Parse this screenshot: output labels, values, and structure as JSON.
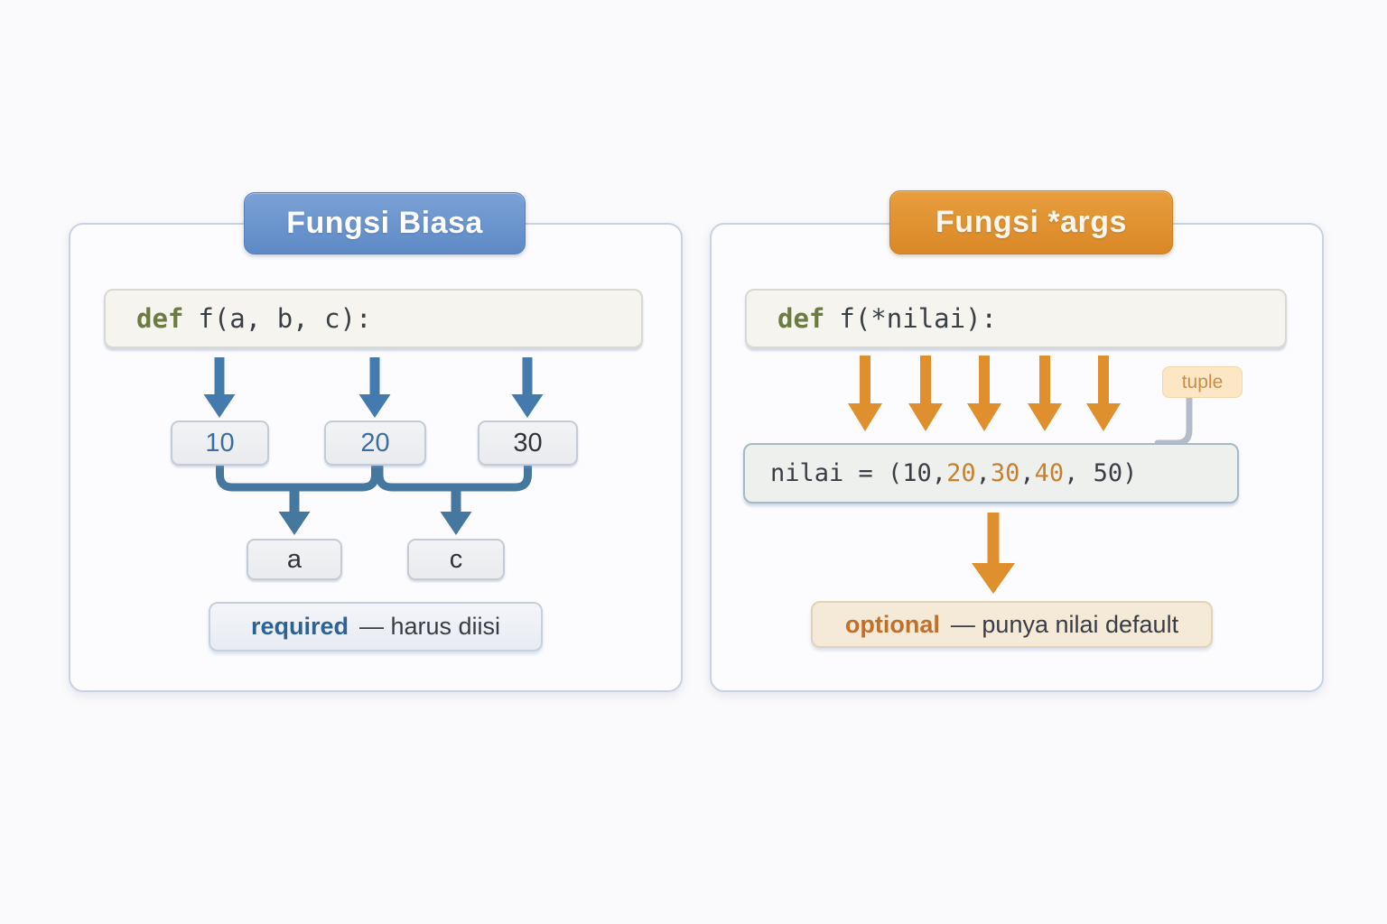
{
  "palette": {
    "blue_accent": "#5d89c5",
    "orange_accent": "#e08f2e",
    "code_keyword": "#6c7b42",
    "number_blue": "#3d6da3",
    "number_orange": "#c8802f",
    "connector_blue": "#46779f",
    "connector_gray": "#b4bccb"
  },
  "left_panel": {
    "title": "Fungsi Biasa",
    "code": {
      "keyword": "def",
      "rest": "f(a, b, c):"
    },
    "value_boxes": [
      {
        "text": "10",
        "tone": "blue"
      },
      {
        "text": "20",
        "tone": "blue"
      },
      {
        "text": "30",
        "tone": "dark"
      }
    ],
    "param_boxes": [
      {
        "text": "a"
      },
      {
        "text": "c"
      }
    ],
    "note": {
      "keyword": "required",
      "rest": "— harus diisi"
    }
  },
  "right_panel": {
    "title": "Fungsi *args",
    "code": {
      "keyword": "def",
      "rest": "f(*nilai):"
    },
    "tuple_label": "tuple",
    "tuple_line": {
      "segments": [
        {
          "text": "nilai = (10, ",
          "tone": "dark"
        },
        {
          "text": "20",
          "tone": "orange"
        },
        {
          "text": ", ",
          "tone": "dark"
        },
        {
          "text": "30",
          "tone": "orange"
        },
        {
          "text": ", ",
          "tone": "dark"
        },
        {
          "text": "40",
          "tone": "orange"
        },
        {
          "text": ", 50)",
          "tone": "dark"
        }
      ]
    },
    "note": {
      "keyword": "optional",
      "rest": "— punya nilai default"
    }
  }
}
